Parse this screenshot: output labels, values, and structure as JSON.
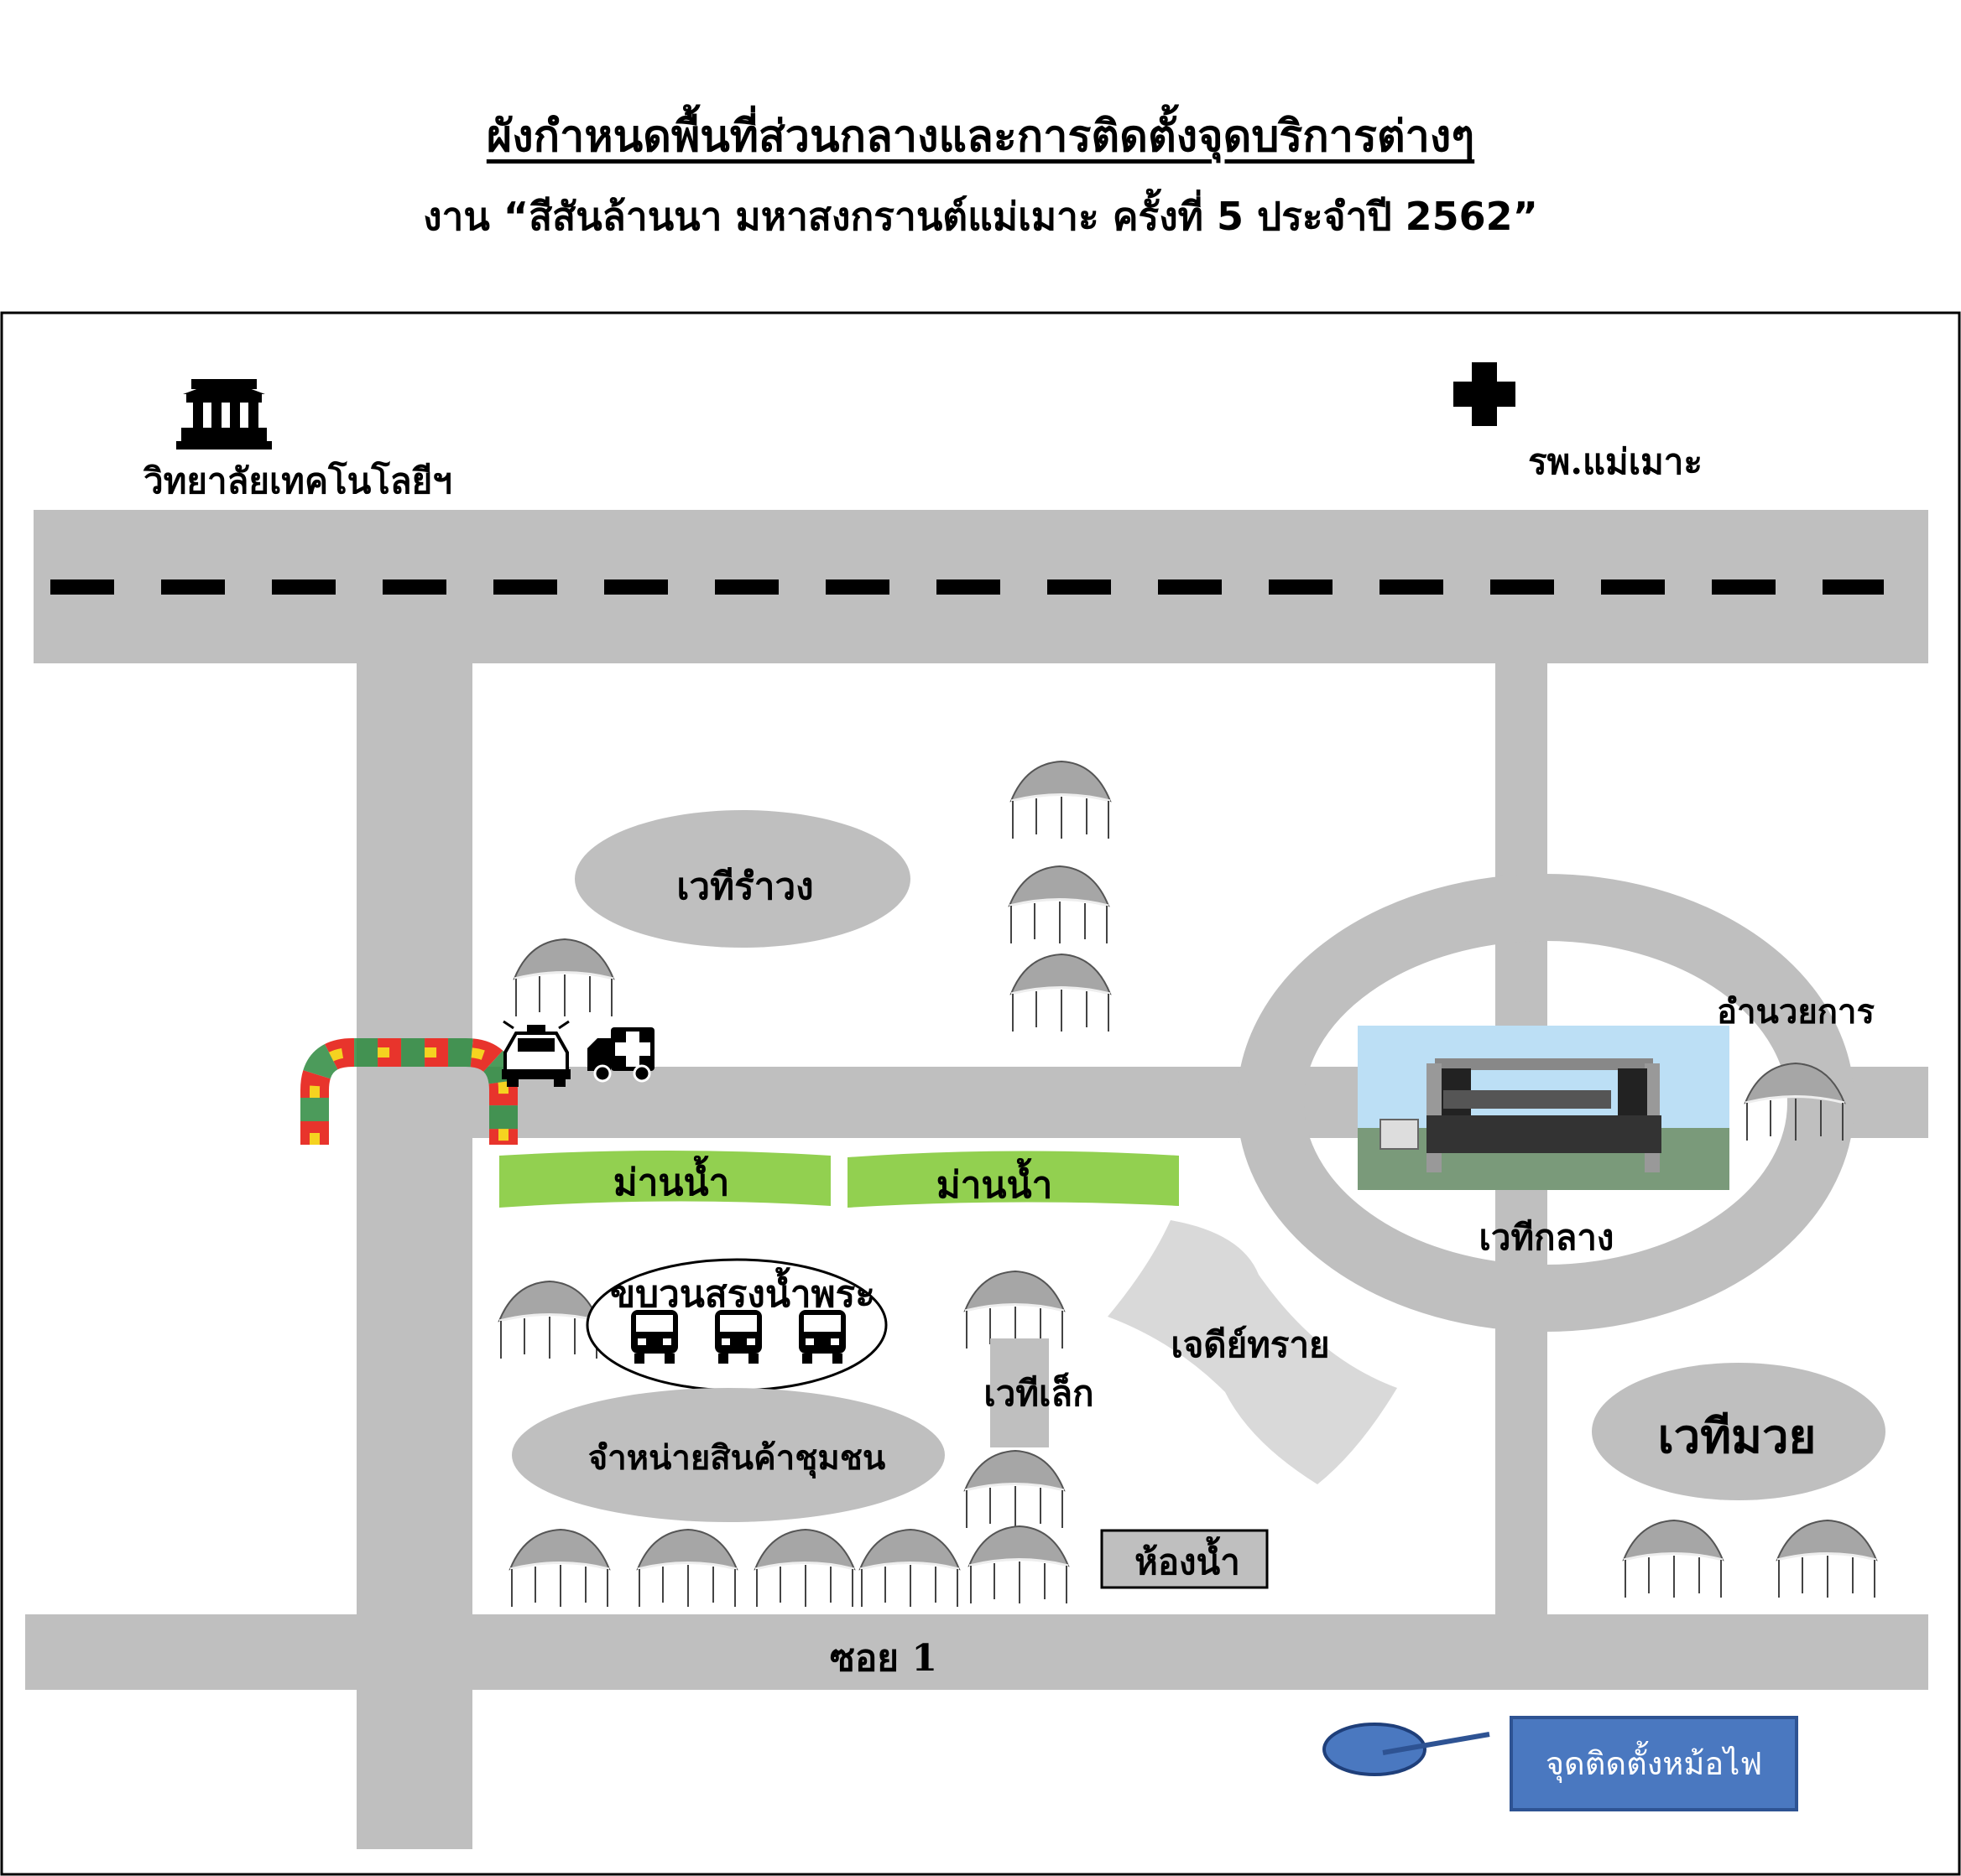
{
  "header": {
    "title": "ผังกำหนดพื้นที่ส่วนกลางและการติดตั้งจุดบริการต่างๆ",
    "subtitle": "งาน “สีสันล้านนา มหาสงกรานต์แม่เมาะ  ครั้งที่ 5  ประจำปี 2562”"
  },
  "landmarks": {
    "college": "วิทยาลัยเทคโนโลยีฯ",
    "hospital": "รพ.แม่เมาะ"
  },
  "zones": {
    "ramwong_stage": "เวทีรำวง",
    "water_curtain_1": "ม่านน้ำ",
    "water_curtain_2": "ม่านน้ำ",
    "procession": "ขบวนสรงน้ำพระ",
    "community_market": "จำหน่ายสินค้าชุมชน",
    "small_stage": "เวทีเล็ก",
    "sand_pagoda": "เจดีย์ทราย",
    "toilet": "ห้องน้ำ",
    "main_stage": "เวทีกลาง",
    "directorate": "อำนวยการ",
    "boxing_stage": "เวทีมวย"
  },
  "roads": {
    "soi": "ซอย 1"
  },
  "legend": {
    "transformer": "จุดติดตั้งหม้อไฟ"
  },
  "colors": {
    "road": "#bfbfbf",
    "zone_ellipse": "#bfbfbf",
    "water_curtain": "#92d050",
    "legend_box": "#4a78c0",
    "sand_pagoda": "#d9d9d9"
  }
}
